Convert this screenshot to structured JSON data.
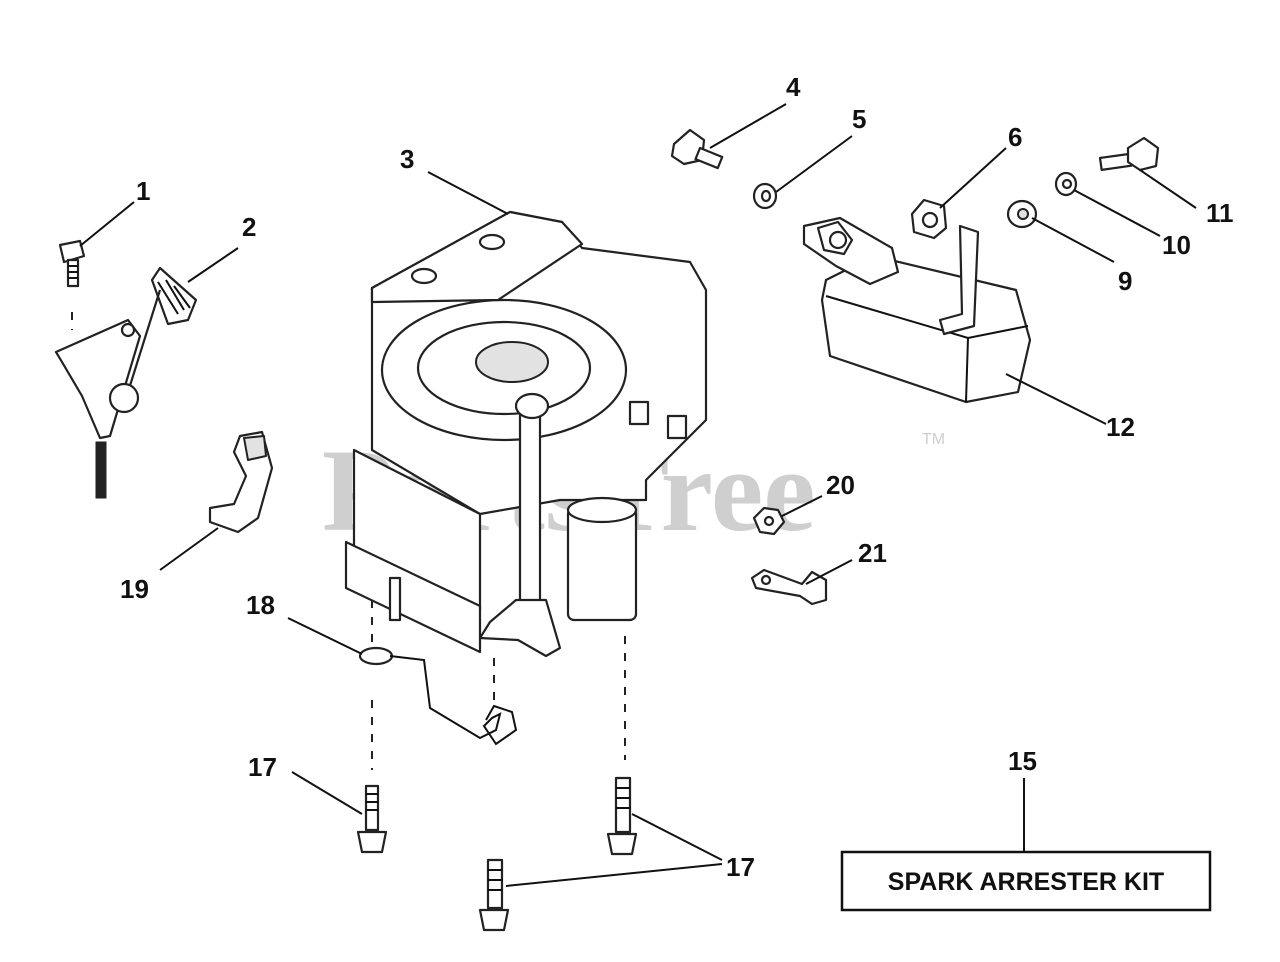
{
  "watermark": {
    "text": "PartsTree",
    "trademark": "TM"
  },
  "callouts": {
    "c1": "1",
    "c2": "2",
    "c3": "3",
    "c4": "4",
    "c5": "5",
    "c6": "6",
    "c9": "9",
    "c10": "10",
    "c11": "11",
    "c12": "12",
    "c15": "15",
    "c17a": "17",
    "c17b": "17",
    "c18": "18",
    "c19": "19",
    "c20": "20",
    "c21": "21"
  },
  "kit_box": {
    "label": "SPARK ARRESTER KIT"
  }
}
